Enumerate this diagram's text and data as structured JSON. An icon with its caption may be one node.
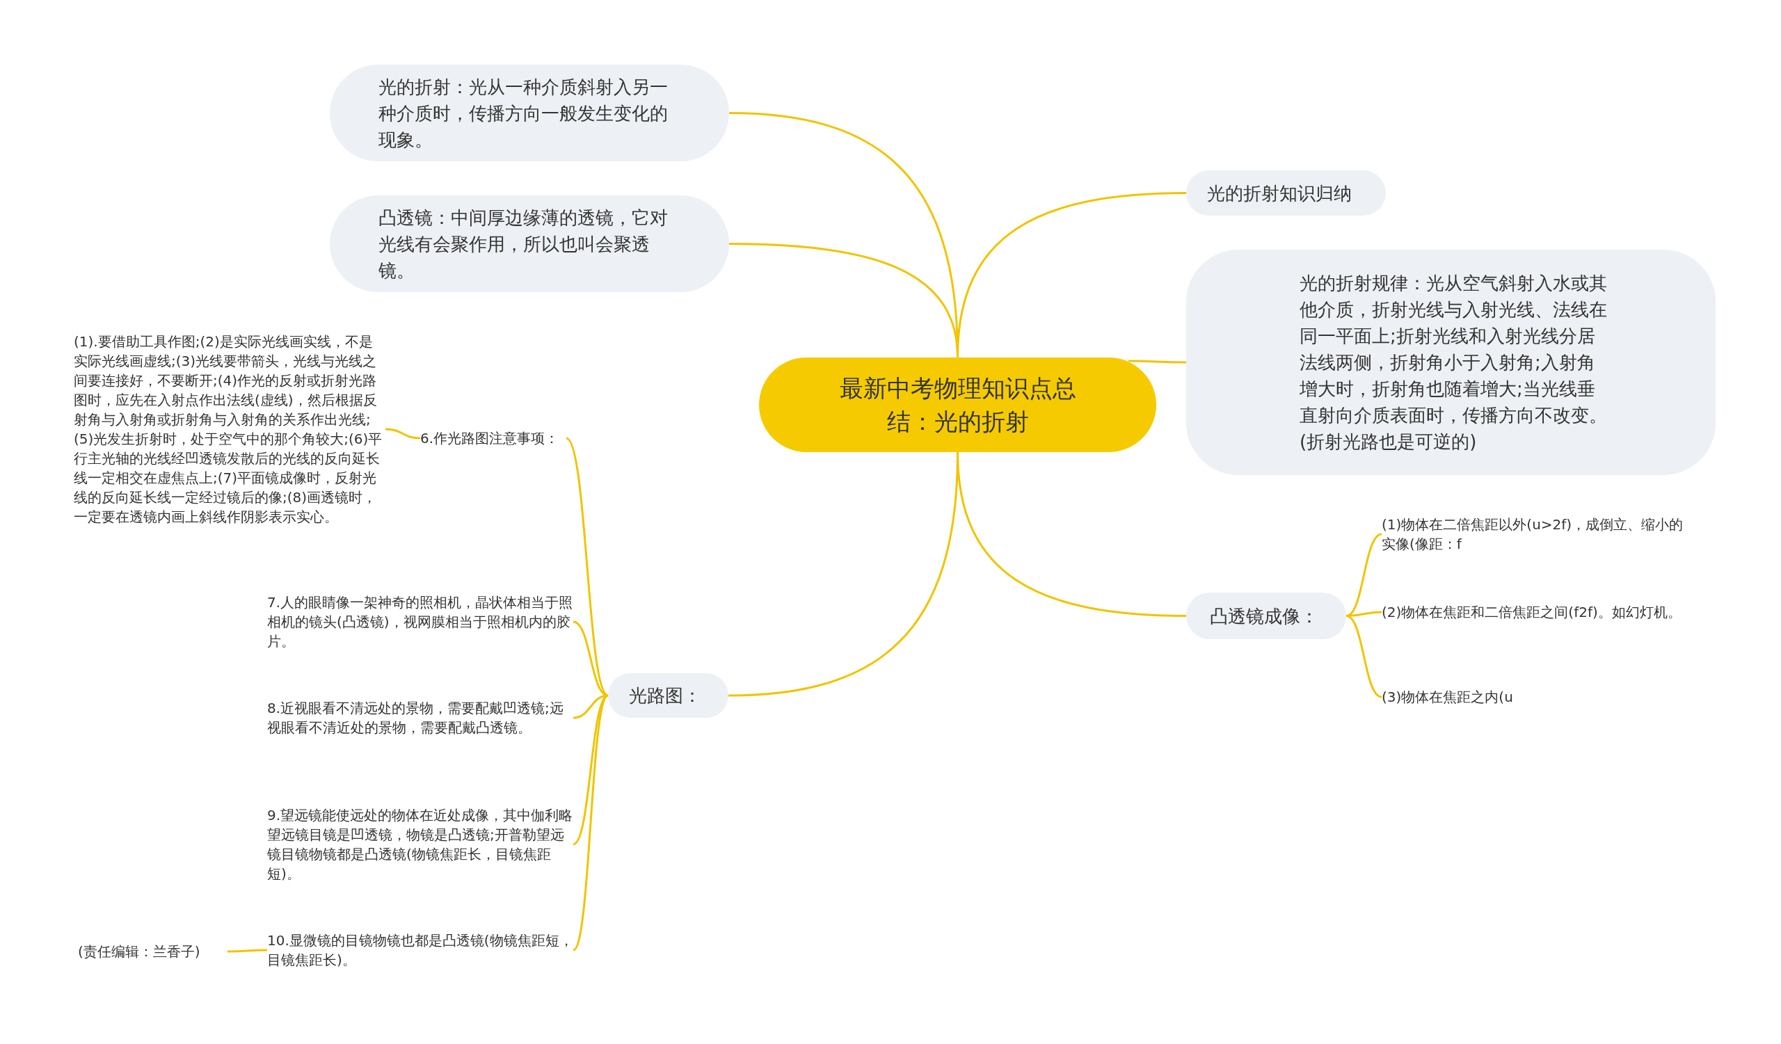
{
  "diagram": {
    "nodes": [
      {
        "text": [
          "最新中考物理知识点总结：光的折射"
        ]
      },
      {
        "text": [
          "光的折射：光从一种介质斜射入另一种介质时，传播方向一般发生变化的现象。"
        ]
      },
      {
        "text": [
          "凸透镜：中间厚边缘薄的透镜，它对光线有会聚作用，所以也叫会聚透镜。"
        ]
      },
      {
        "text": [
          "光的折射知识归纳"
        ]
      },
      {
        "text": [
          "光的折射规律：光从空气斜射入水或其他介质，折射光线与入射光线、法线在同一平面上;折射光线和入射光线分居法线两侧，折射角小于入射角;入射角增大时，折射角也随着增大;当光线垂直射向介质表面时，传播方向不改变。(折射光路也是可逆的)"
        ]
      },
      {
        "text": [
          "凸透镜成像："
        ]
      },
      {
        "text": [
          "(1)物体在二倍焦距以外(u>2f)，成倒立、缩小的实像(像距：f"
        ]
      },
      {
        "text": [
          "(2)物体在焦距和二倍焦距之间(f2f)。如幻灯机。"
        ]
      },
      {
        "text": [
          "(3)物体在焦距之内(u"
        ]
      },
      {
        "text": [
          "光路图："
        ]
      },
      {
        "text": [
          "6.作光路图注意事项："
        ]
      },
      {
        "text": [
          "(1).要借助工具作图;(2)是实际光线画实线，不是实际光线画虚线;(3)光线要带箭头，光线与光线之间要连接好，不要断开;(4)作光的反射或折射光路图时，应先在入射点作出法线(虚线)，然后根据反射角与入射角或折射角与入射角的关系作出光线;(5)光发生折射时，处于空气中的那个角较大;(6)平行主光轴的光线经凹透镜发散后的光线的反向延长线一定相交在虚焦点上;(7)平面镜成像时，反射光线的反向延长线一定经过镜后的像;(8)画透镜时，一定要在透镜内画上斜线作阴影表示实心。"
        ]
      },
      {
        "text": [
          "7.人的眼睛像一架神奇的照相机，晶状体相当于照相机的镜头(凸透镜)，视网膜相当于照相机内的胶片。"
        ]
      },
      {
        "text": [
          "8.近视眼看不清远处的景物，需要配戴凹透镜;远视眼看不清近处的景物，需要配戴凸透镜。"
        ]
      },
      {
        "text": [
          "9.望远镜能使远处的物体在近处成像，其中伽利略望远镜目镜是凹透镜，物镜是凸透镜;开普勒望远镜目镜物镜都是凸透镜(物镜焦距长，目镜焦距短)。"
        ]
      },
      {
        "text": [
          "10.显微镜的目镜物镜也都是凸透镜(物镜焦距短，目镜焦距长)。"
        ]
      },
      {
        "text": [
          "(责任编辑：兰香子)"
        ]
      }
    ],
    "edges": [
      {
        "from": 0,
        "to": 1,
        "arrow": "none"
      },
      {
        "from": 0,
        "to": 2,
        "arrow": "none"
      },
      {
        "from": 0,
        "to": 3,
        "arrow": "none"
      },
      {
        "from": 0,
        "to": 4,
        "arrow": "none"
      },
      {
        "from": 0,
        "to": 5,
        "arrow": "none"
      },
      {
        "from": 0,
        "to": 9,
        "arrow": "none"
      },
      {
        "from": 5,
        "to": 6,
        "arrow": "none"
      },
      {
        "from": 5,
        "to": 7,
        "arrow": "none"
      },
      {
        "from": 5,
        "to": 8,
        "arrow": "none"
      },
      {
        "from": 9,
        "to": 10,
        "arrow": "none"
      },
      {
        "from": 9,
        "to": 12,
        "arrow": "none"
      },
      {
        "from": 9,
        "to": 13,
        "arrow": "none"
      },
      {
        "from": 9,
        "to": 14,
        "arrow": "none"
      },
      {
        "from": 9,
        "to": 15,
        "arrow": "none"
      },
      {
        "from": 10,
        "to": 11,
        "arrow": "none"
      },
      {
        "from": 15,
        "to": 16,
        "arrow": "none"
      }
    ]
  }
}
